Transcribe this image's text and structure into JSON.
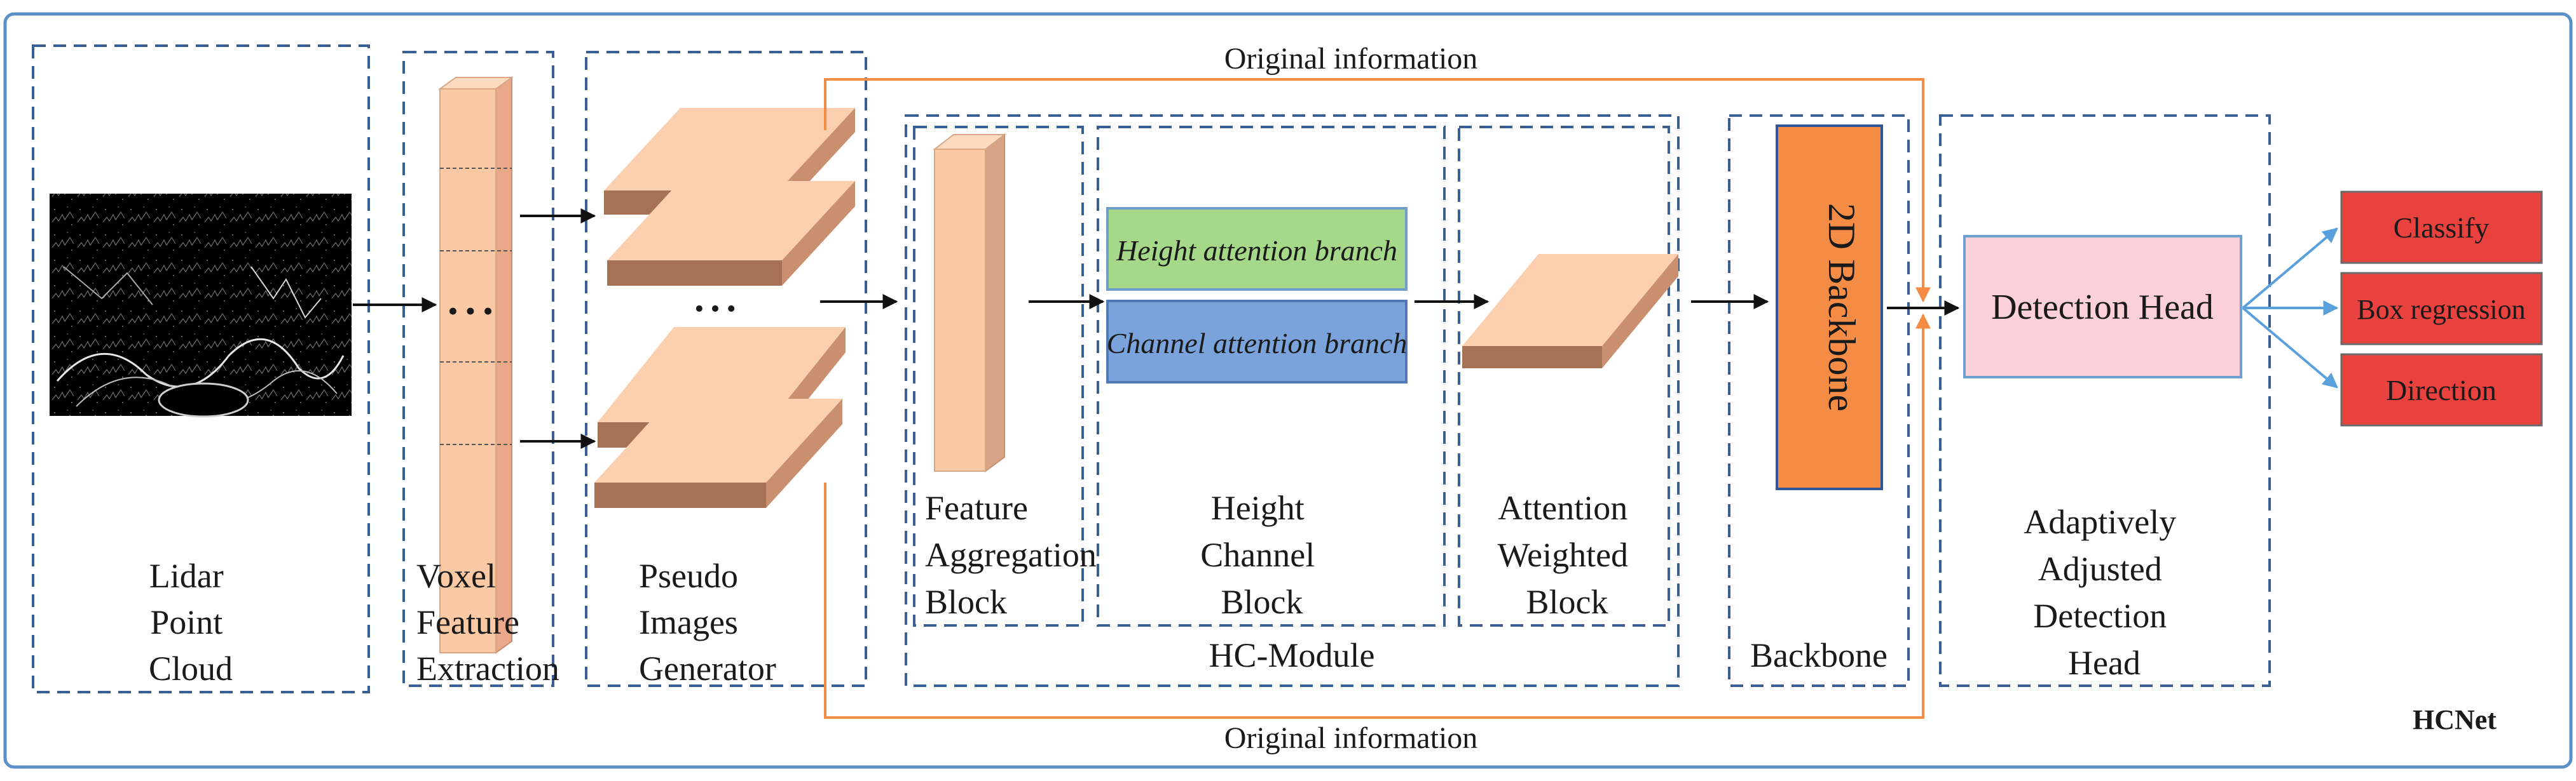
{
  "stages": {
    "lidar": [
      "Lidar",
      "Point",
      "Cloud"
    ],
    "voxel": [
      "Voxel",
      "Feature",
      "Extraction"
    ],
    "pseudo": [
      "Pseudo",
      "Images",
      "Generator"
    ],
    "feature_agg": [
      "Feature",
      "Aggregation",
      "Block"
    ],
    "height_channel": [
      "Height",
      "Channel",
      "Block"
    ],
    "attention_weighted": [
      "Attention",
      "Weighted",
      "Block"
    ],
    "backbone": "Backbone",
    "detection_head_group": [
      "Adaptively",
      "Adjusted",
      "Detection",
      "Head"
    ]
  },
  "hc_module": "HC-Module",
  "branches": {
    "height": "Height attention branch",
    "channel": "Channel attention branch"
  },
  "backbone_2d": "2D Backbone",
  "detection_head": "Detection Head",
  "ellipsis": "• • •",
  "outputs": [
    "Classify",
    "Box regression",
    "Direction"
  ],
  "original_info_top": "Original information",
  "original_info_bottom": "Original information",
  "network_name": "HCNet",
  "colors": {
    "frame": "#5b8fc7",
    "dashed": "#3a5f96",
    "peach": "#fbcaa4",
    "peach_dark": "#a57256",
    "orange": "#f58c45",
    "green": "#a6d88a",
    "blue": "#7aa3db",
    "pink": "#fbd0d8",
    "red": "#e8413e",
    "arrow_blue": "#5aa0dc"
  }
}
